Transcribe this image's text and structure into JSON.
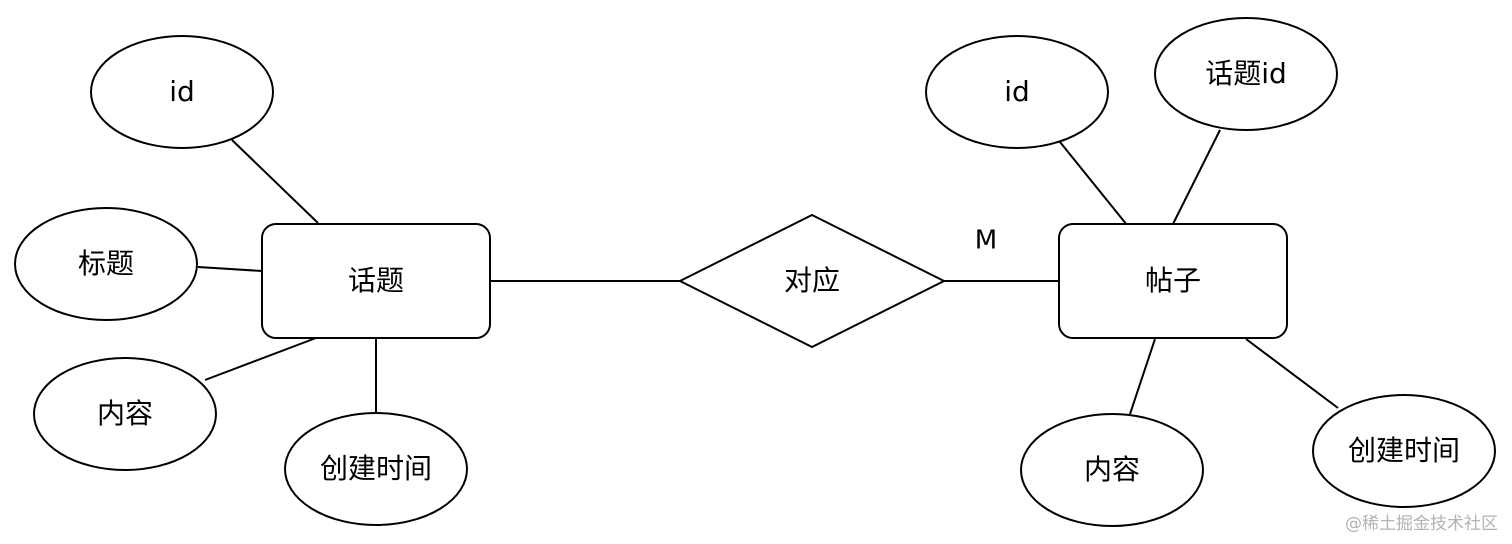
{
  "entities": {
    "topic": "话题",
    "post": "帖子"
  },
  "relationship": "对应",
  "cardinality": {
    "post_side": "M"
  },
  "topic_attributes": {
    "id": "id",
    "title": "标题",
    "content": "内容",
    "created_time": "创建时间"
  },
  "post_attributes": {
    "id": "id",
    "topic_id": "话题id",
    "content": "内容",
    "created_time": "创建时间"
  },
  "watermark": "@稀土掘金技术社区"
}
